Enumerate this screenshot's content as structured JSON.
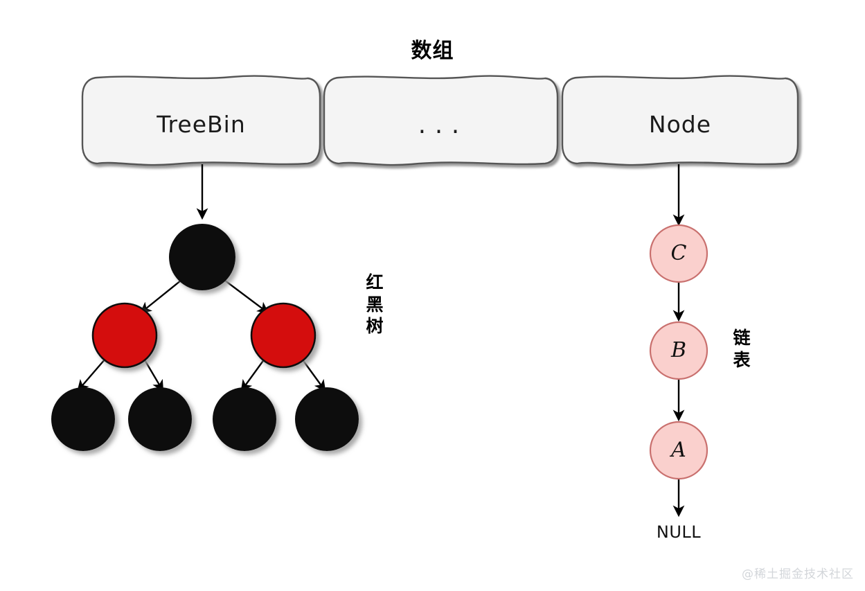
{
  "title": "数组",
  "colors": {
    "box_fill": "#f4f4f4",
    "box_stroke": "#555555",
    "box_shadow": "#9a9a9a",
    "tree_black_node": "#080808",
    "tree_red_node": "#d40c0c",
    "list_node_fill": "#fad0cd",
    "list_node_stroke": "#c9706e",
    "arrow": "#000000",
    "text": "#111111",
    "watermark": "#d3d6da",
    "background": "#ffffff"
  },
  "array": {
    "cells": [
      {
        "label": "TreeBin",
        "kind": "text"
      },
      {
        "label": "...",
        "kind": "dots"
      },
      {
        "label": "Node",
        "kind": "text"
      }
    ]
  },
  "tree": {
    "label": "红黑树",
    "label_chars": [
      "红",
      "黑",
      "树"
    ],
    "nodes": [
      {
        "id": "root",
        "color": "black",
        "level": 0
      },
      {
        "id": "l1",
        "color": "red",
        "level": 1
      },
      {
        "id": "r1",
        "color": "red",
        "level": 1
      },
      {
        "id": "l2a",
        "color": "black",
        "level": 2
      },
      {
        "id": "l2b",
        "color": "black",
        "level": 2
      },
      {
        "id": "r2a",
        "color": "black",
        "level": 2
      },
      {
        "id": "r2b",
        "color": "black",
        "level": 2
      }
    ]
  },
  "linked_list": {
    "label": "链表",
    "label_chars": [
      "链",
      "表"
    ],
    "nodes": [
      {
        "value": "C"
      },
      {
        "value": "B"
      },
      {
        "value": "A"
      }
    ],
    "terminator": "NULL"
  },
  "watermark": "@稀土掘金技术社区"
}
